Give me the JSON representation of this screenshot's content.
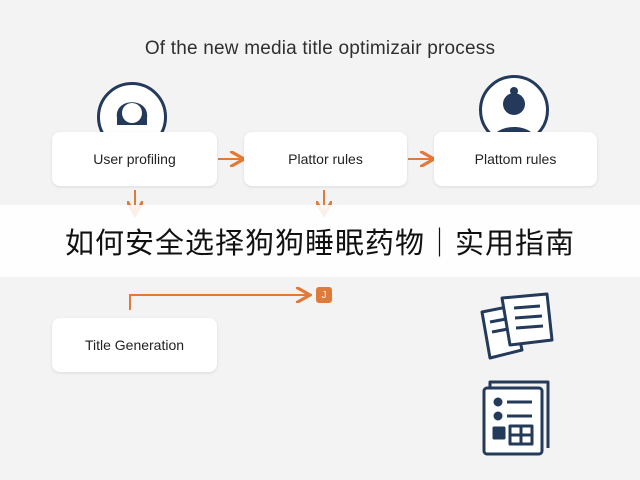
{
  "diagram": {
    "title": "Of the new media title optimizair process",
    "boxes": {
      "user_profiling": "User profiling",
      "plattor_rules": "Plattor rules",
      "plattom_rules": "Plattom rules",
      "title_generation": "Title Generation"
    },
    "badge_text": "J"
  },
  "banner": {
    "text": "如何安全选择狗狗睡眠药物｜实用指南"
  },
  "colors": {
    "arrow": "#e07a3a",
    "icon_navy": "#233a5a",
    "background": "#f3f3f4"
  }
}
